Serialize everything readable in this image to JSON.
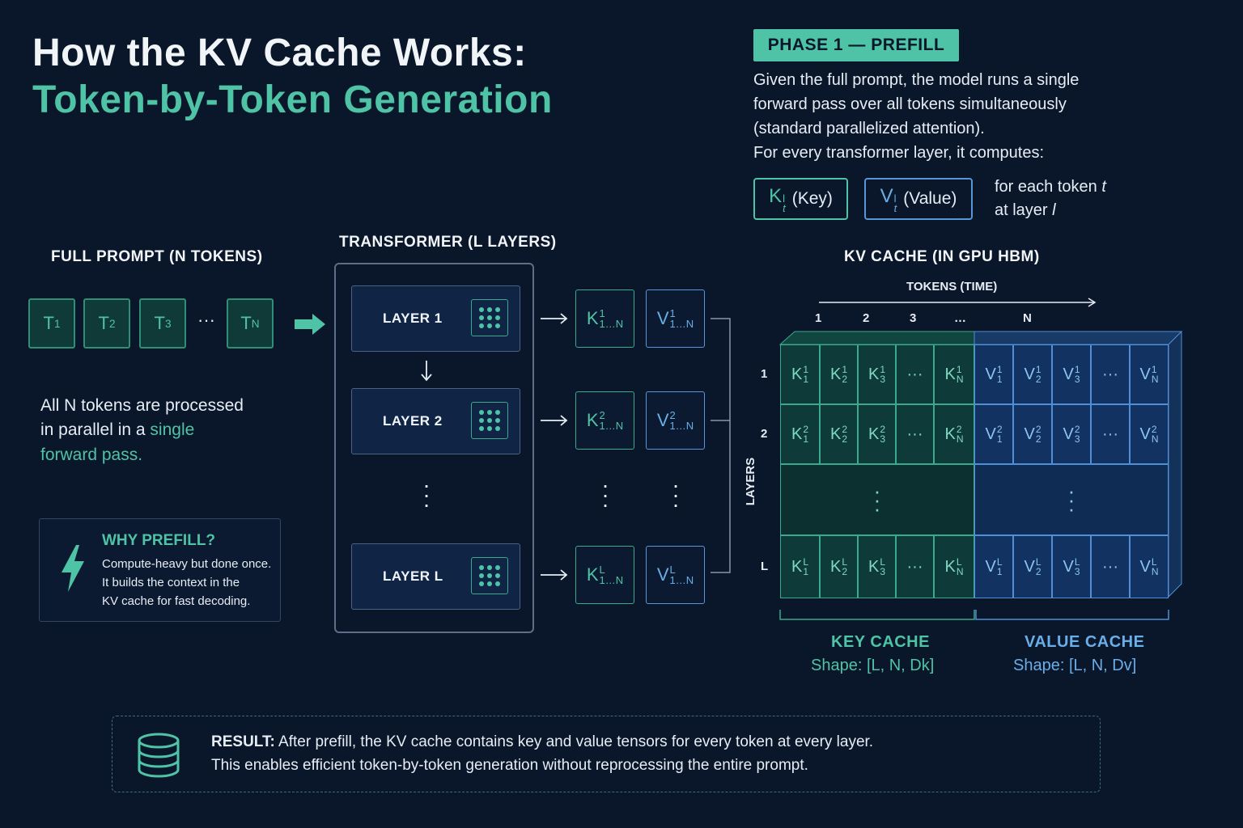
{
  "title": {
    "line1": "How the KV Cache Works:",
    "line2": "Token-by-Token Generation"
  },
  "phase": {
    "badge": "PHASE 1 — PREFILL",
    "desc_line1": "Given the full prompt, the model runs a single",
    "desc_line2": "forward pass over all tokens simultaneously",
    "desc_line3": "(standard parallelized attention).",
    "desc_line4": "For every transformer layer, it computes:",
    "key_chip": "(Key)",
    "value_chip": "(Value)",
    "for_each_line1": "for each token",
    "for_each_line2": "at layer"
  },
  "prompt": {
    "label": "FULL PROMPT (N TOKENS)",
    "tokens": [
      "T1",
      "T2",
      "T3",
      "…",
      "TN"
    ],
    "para_line1": "All N tokens are processed",
    "para_line2_a": "in parallel in a ",
    "para_line2_b": "single",
    "para_line3": "forward pass."
  },
  "why": {
    "title": "WHY PREFILL?",
    "line1": "Compute-heavy but done once.",
    "line2": "It builds the context in the",
    "line3": "KV cache for fast decoding."
  },
  "transformer": {
    "label": "TRANSFORMER (L LAYERS)",
    "layers": [
      "LAYER 1",
      "LAYER 2",
      "LAYER L"
    ]
  },
  "cache": {
    "label": "KV CACHE (IN GPU HBM)",
    "axis_tokens": "TOKENS (TIME)",
    "axis_layers": "LAYERS",
    "col_ticks": [
      "1",
      "2",
      "3",
      "…",
      "N"
    ],
    "row_ticks": [
      "1",
      "2",
      "L"
    ],
    "key_title": "KEY CACHE",
    "value_title": "VALUE CACHE",
    "key_shape": "Shape: [L, N, Dk]",
    "value_shape": "Shape: [L, N, Dv]"
  },
  "result": {
    "label": "RESULT:",
    "line1": "After prefill, the KV cache contains key and value tensors for every token at every layer.",
    "line2": "This enables efficient token-by-token generation without reprocessing the entire prompt."
  },
  "colors": {
    "background": "#0a1629",
    "teal_accent": "#4fc3a5",
    "blue_accent": "#6aaee8"
  }
}
